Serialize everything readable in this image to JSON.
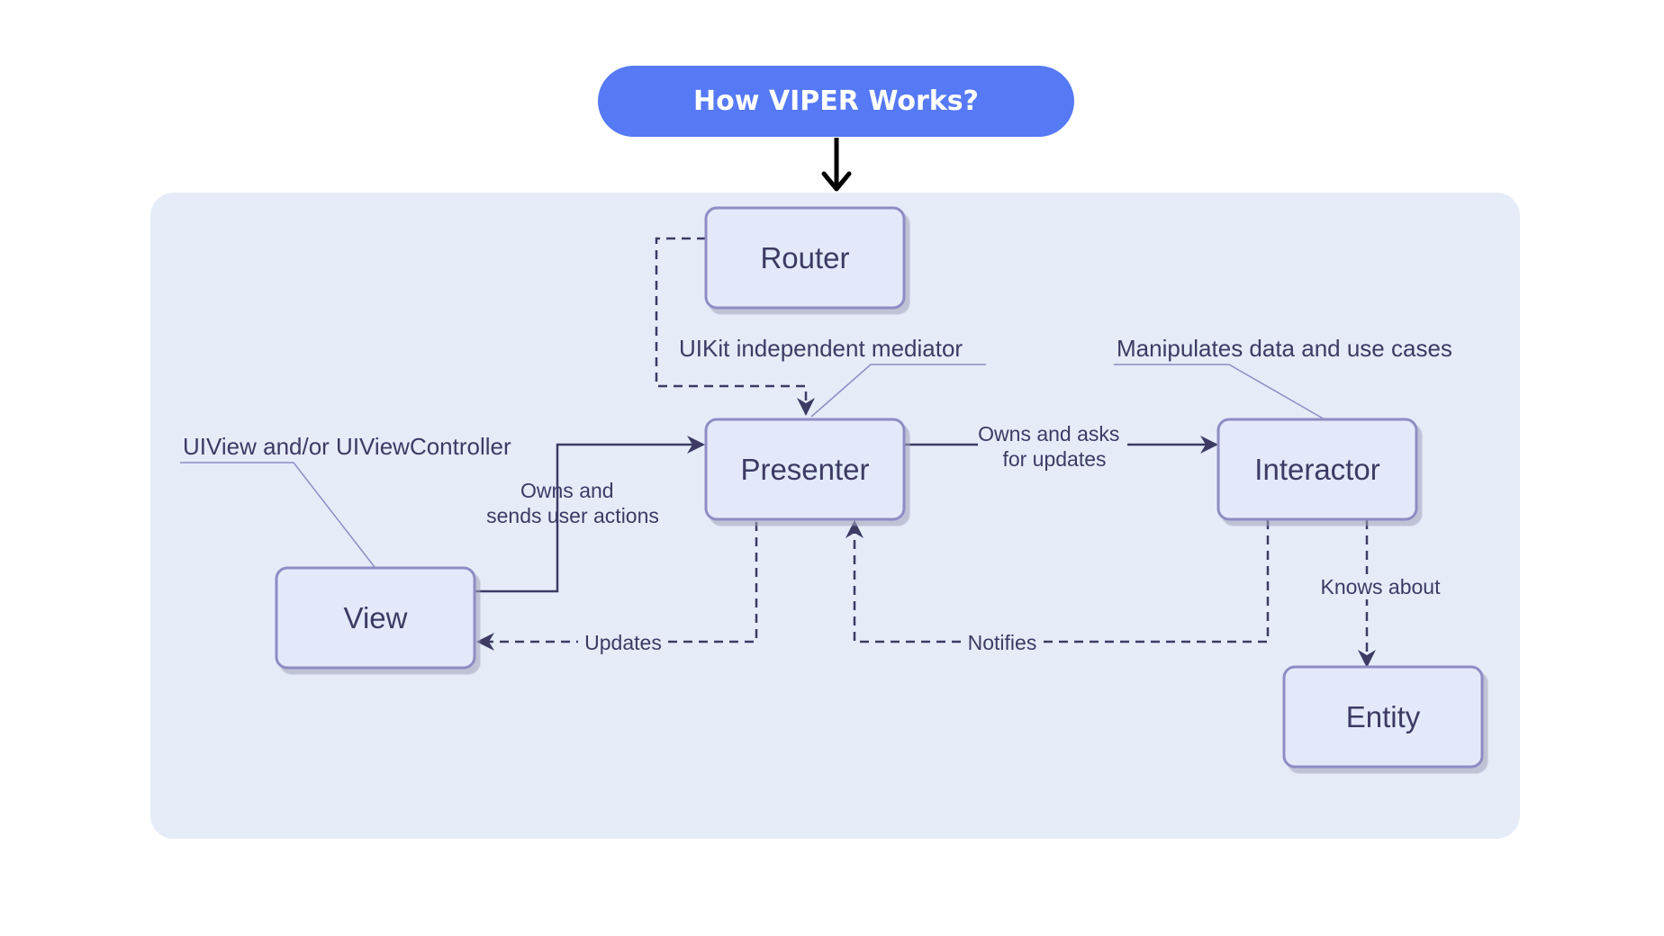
{
  "title": "How VIPER Works?",
  "colors": {
    "title_bg": "#5679f5",
    "panel_bg": "#e5ecf8",
    "node_fill": "#e3e9f9",
    "node_stroke": "#8e8cc4",
    "line": "#3d3a64"
  },
  "nodes": {
    "router": "Router",
    "presenter": "Presenter",
    "interactor": "Interactor",
    "view": "View",
    "entity": "Entity"
  },
  "annotations": {
    "presenter": "UIKit independent mediator",
    "interactor": "Manipulates data and use cases",
    "view": "UIView and/or UIViewController"
  },
  "edges": {
    "view_presenter": [
      "Owns and",
      "sends user actions"
    ],
    "presenter_interactor": [
      "Owns and asks",
      "for updates"
    ],
    "presenter_view": "Updates",
    "interactor_presenter": "Notifies",
    "interactor_entity": "Knows about"
  }
}
